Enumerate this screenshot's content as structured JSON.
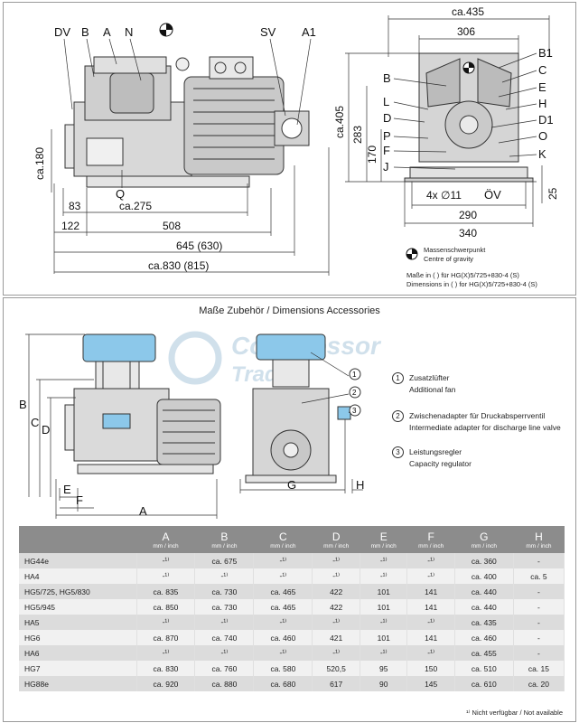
{
  "top_drawing": {
    "side_labels": [
      "DV",
      "B",
      "A",
      "N",
      "SV",
      "A1",
      "Q"
    ],
    "front_top_labels": [
      "ca.435",
      "306"
    ],
    "front_right_labels": [
      "B1",
      "C",
      "E",
      "H",
      "D1",
      "O",
      "K"
    ],
    "front_left_labels": [
      "B",
      "L",
      "D",
      "P",
      "F",
      "J"
    ],
    "front_bottom_labels": [
      "4x ∅11",
      "ÖV",
      "290",
      "340"
    ],
    "vertical_dims": [
      "ca.405",
      "283",
      "170",
      "25"
    ],
    "side_height_label": "ca.180",
    "horizontal_dims": [
      "83",
      "ca.275",
      "122",
      "508",
      "645 (630)",
      "ca.830 (815)"
    ],
    "cog_title": "Massenschwerpunkt",
    "cog_subtitle": "Centre of gravity",
    "note_de": "Maße in ( ) für HG(X)5/725+830-4 (S)",
    "note_en": "Dimensions in ( ) for HG(X)5/725+830-4 (S)"
  },
  "accessories": {
    "title": "Maße Zubehör / Dimensions Accessories",
    "watermark_line1": "Compressor",
    "watermark_line2": "Trade",
    "dim_labels_left": [
      "B",
      "C",
      "D",
      "E",
      "F",
      "A"
    ],
    "dim_labels_right": [
      "G",
      "H"
    ],
    "callouts": [
      "1",
      "2",
      "3"
    ],
    "legend": [
      {
        "num": "1",
        "de": "Zusatzlüfter",
        "en": "Additional fan"
      },
      {
        "num": "2",
        "de": "Zwischenadapter für Druckabsperrventil",
        "en": "Intermediate adapter for discharge line valve"
      },
      {
        "num": "3",
        "de": "Leistungsregler",
        "en": "Capacity regulator"
      }
    ]
  },
  "table": {
    "unit": "mm / inch",
    "columns": [
      "",
      "A",
      "B",
      "C",
      "D",
      "E",
      "F",
      "G",
      "H"
    ],
    "rows": [
      [
        "HG44e",
        "-¹⁾",
        "ca. 675",
        "-¹⁾",
        "-¹⁾",
        "-¹⁾",
        "-¹⁾",
        "ca. 360",
        "-"
      ],
      [
        "HA4",
        "-¹⁾",
        "-¹⁾",
        "-¹⁾",
        "-¹⁾",
        "-¹⁾",
        "-¹⁾",
        "ca. 400",
        "ca. 5"
      ],
      [
        "HG5/725, HG5/830",
        "ca. 835",
        "ca. 730",
        "ca. 465",
        "422",
        "101",
        "141",
        "ca. 440",
        "-"
      ],
      [
        "HG5/945",
        "ca. 850",
        "ca. 730",
        "ca. 465",
        "422",
        "101",
        "141",
        "ca. 440",
        "-"
      ],
      [
        "HA5",
        "-¹⁾",
        "-¹⁾",
        "-¹⁾",
        "-¹⁾",
        "-¹⁾",
        "-¹⁾",
        "ca. 435",
        "-"
      ],
      [
        "HG6",
        "ca. 870",
        "ca. 740",
        "ca. 460",
        "421",
        "101",
        "141",
        "ca. 460",
        "-"
      ],
      [
        "HA6",
        "-¹⁾",
        "-¹⁾",
        "-¹⁾",
        "-¹⁾",
        "-¹⁾",
        "-¹⁾",
        "ca. 455",
        "-"
      ],
      [
        "HG7",
        "ca. 830",
        "ca. 760",
        "ca. 580",
        "520,5",
        "95",
        "150",
        "ca. 510",
        "ca. 15"
      ],
      [
        "HG88e",
        "ca. 920",
        "ca. 880",
        "ca. 680",
        "617",
        "90",
        "145",
        "ca. 610",
        "ca. 20"
      ]
    ],
    "footnote": "¹⁾ Nicht verfügbar / Not available"
  }
}
